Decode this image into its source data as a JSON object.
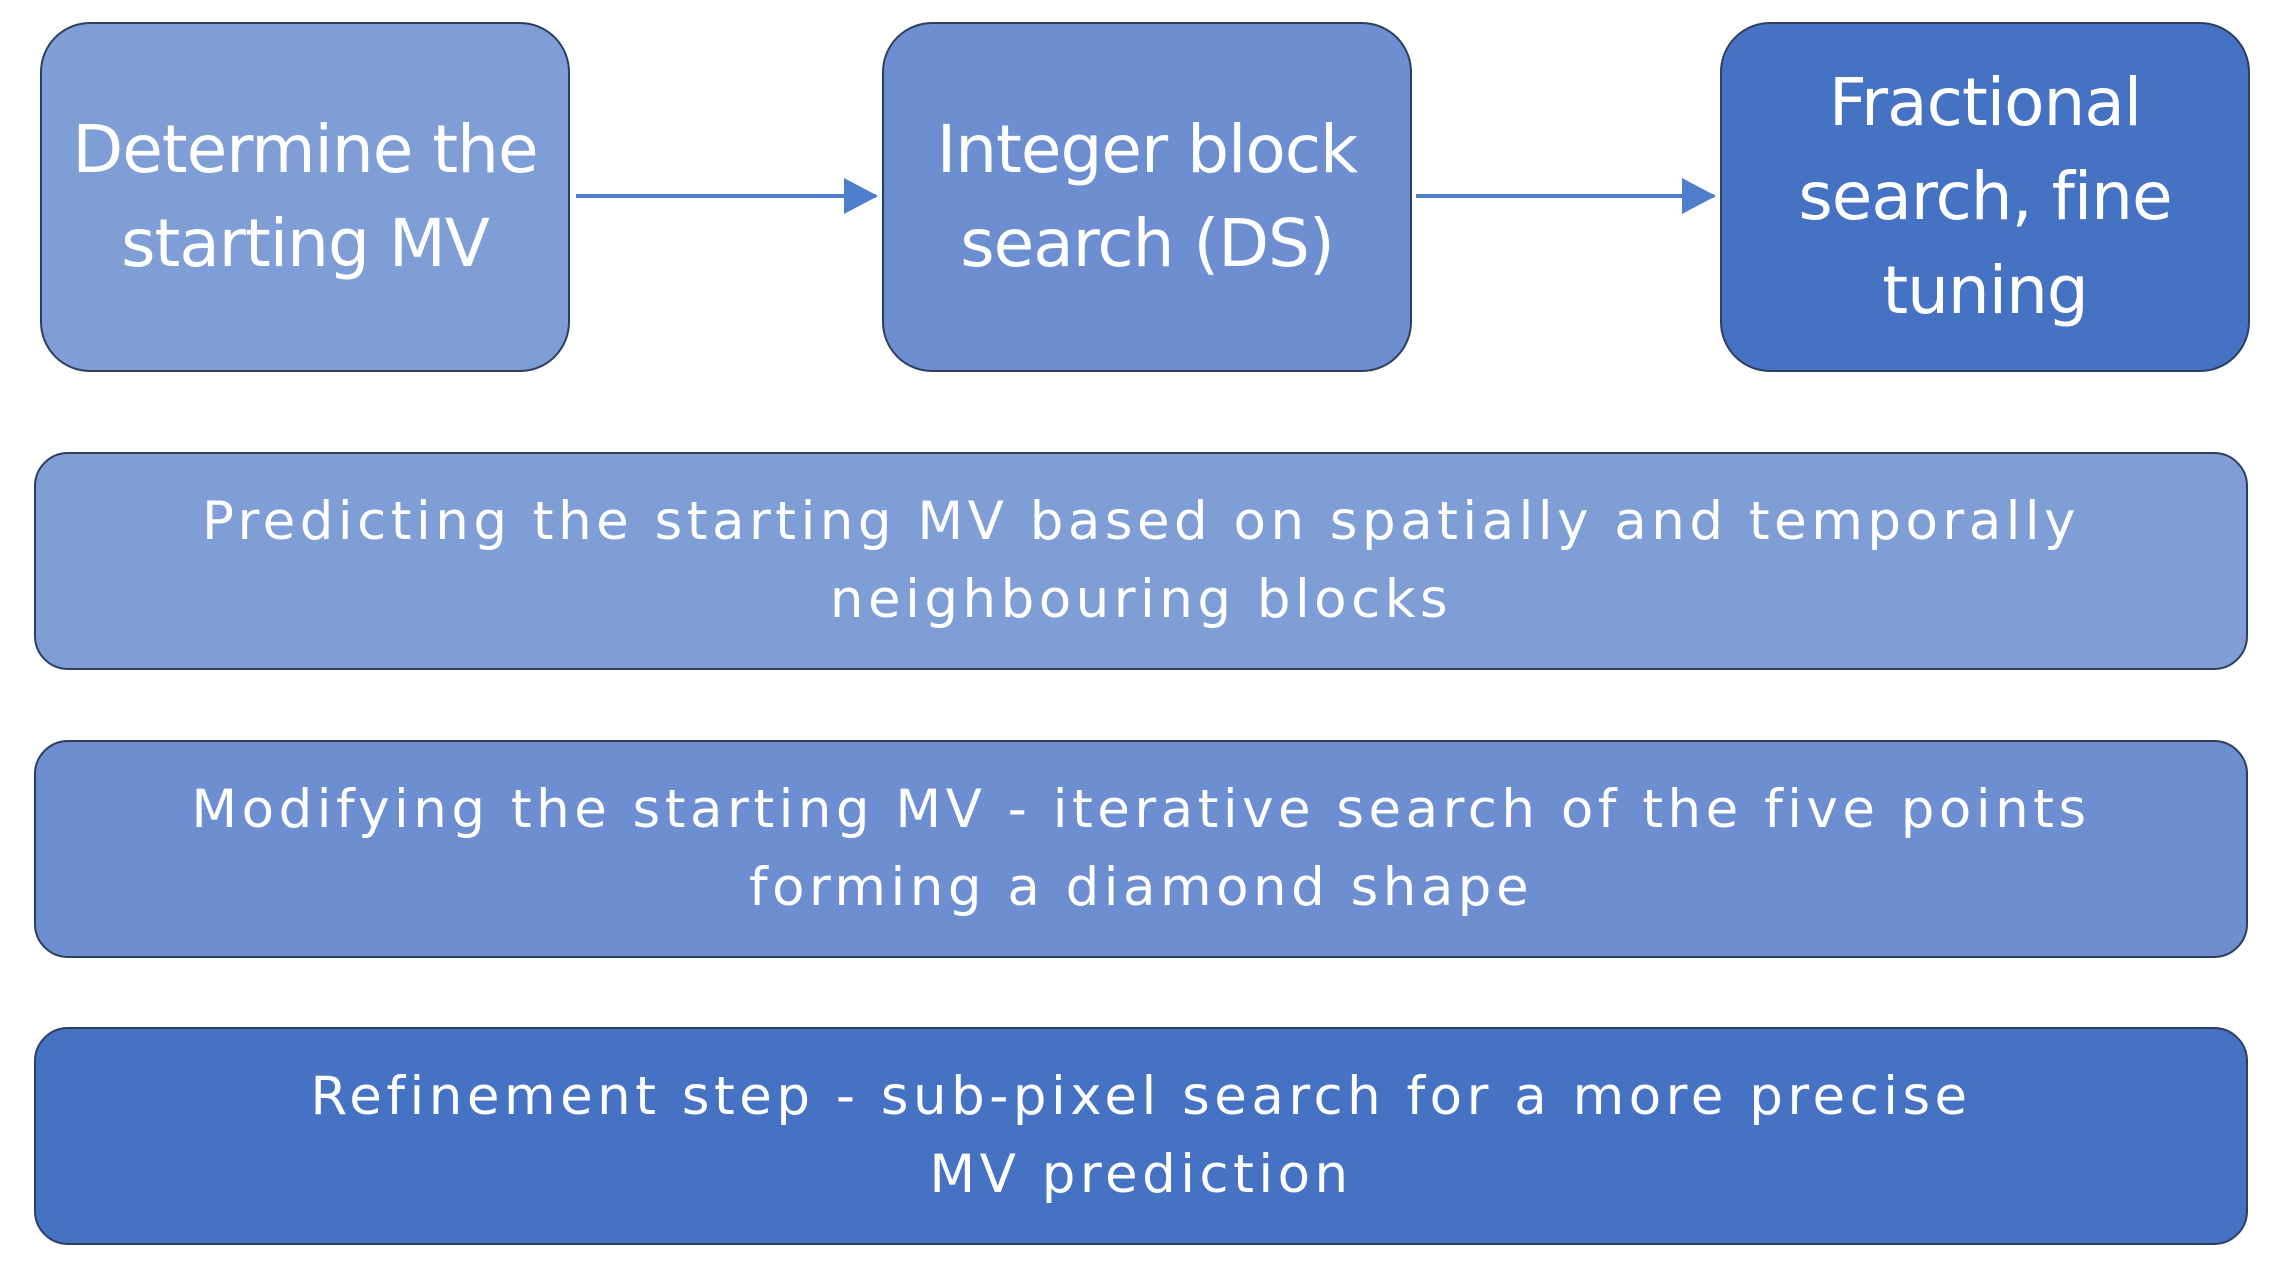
{
  "steps": [
    {
      "lines": [
        "Determine the",
        "starting MV"
      ],
      "color": "#7f9ed6"
    },
    {
      "lines": [
        "Integer block",
        "search (DS)"
      ],
      "color": "#6d8ed0"
    },
    {
      "lines": [
        "Fractional",
        "search, fine",
        "tuning"
      ],
      "color": "#4672c4"
    }
  ],
  "descriptions": [
    {
      "lines": [
        "Predicting the starting MV based on spatially and temporally",
        "neighbouring blocks"
      ],
      "color": "#7f9ed6"
    },
    {
      "lines": [
        "Modifying the starting MV - iterative search of the five points",
        "forming a diamond shape"
      ],
      "color": "#6d8ed0"
    },
    {
      "lines": [
        "Refinement step - sub-pixel search for a more precise",
        "MV prediction"
      ],
      "color": "#4672c4"
    }
  ],
  "arrow_color": "#4f7fcc",
  "border_color": "#2e3f5e"
}
